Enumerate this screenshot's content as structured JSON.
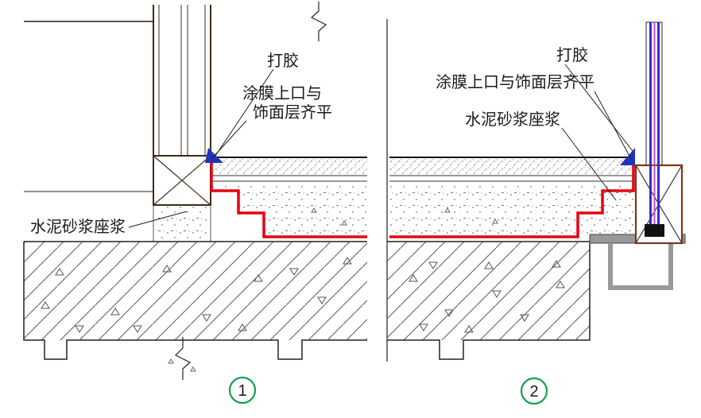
{
  "figure": {
    "type": "construction-detail-drawing",
    "panel1": {
      "number": "1",
      "label_sealant": "打胶",
      "label_membrane_line1": "涂膜上口与",
      "label_membrane_line2": "饰面层齐平",
      "label_mortar": "水泥砂浆座浆"
    },
    "panel2": {
      "number": "2",
      "label_sealant": "打胶",
      "label_membrane": "涂膜上口与饰面层齐平",
      "label_mortar": "水泥砂浆座浆"
    },
    "colors": {
      "waterproof_red": "#e60012",
      "label_green": "#11a14e",
      "sealant_blue": "#2233bb",
      "glass_blue": "#2f2fd0",
      "glass_magenta": "#c84ac8",
      "frame_brown": "#7a3a16",
      "steel_gray": "#999999",
      "line_black": "#222222"
    }
  }
}
